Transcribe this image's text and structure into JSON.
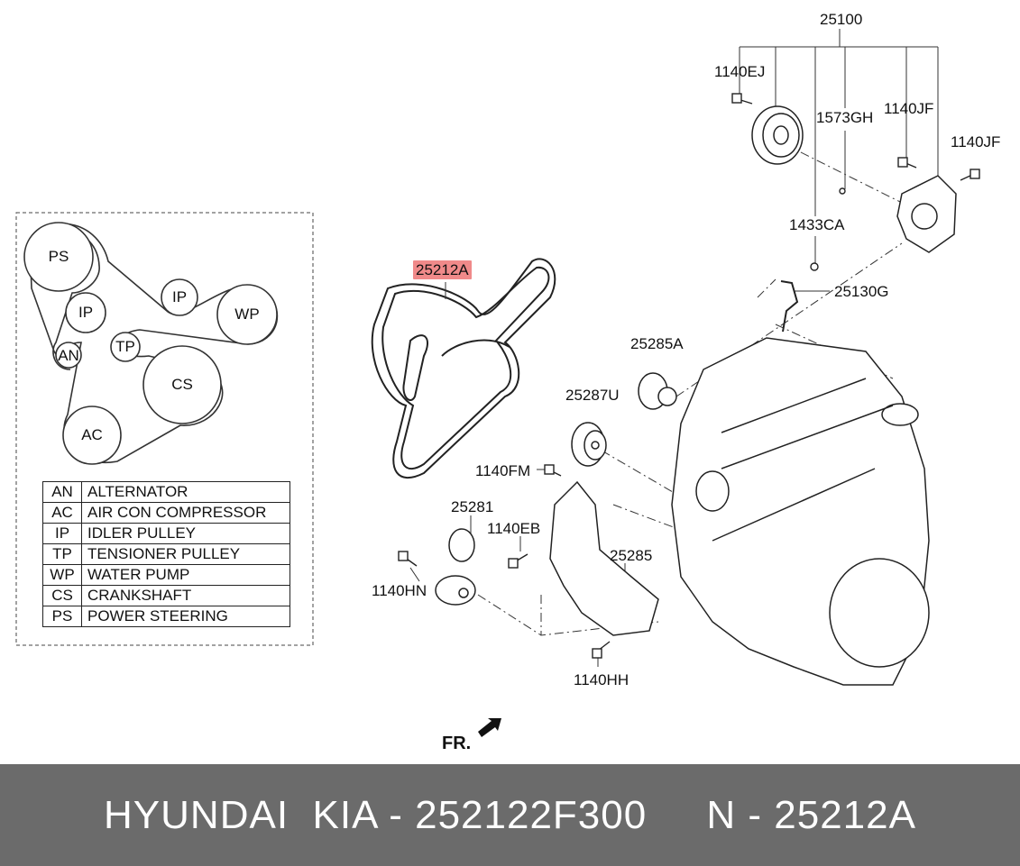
{
  "belt_routing": {
    "pulleys": [
      {
        "code": "PS"
      },
      {
        "code": "IP"
      },
      {
        "code": "IP"
      },
      {
        "code": "WP"
      },
      {
        "code": "AN"
      },
      {
        "code": "TP"
      },
      {
        "code": "CS"
      },
      {
        "code": "AC"
      }
    ],
    "legend": [
      {
        "code": "AN",
        "desc": "ALTERNATOR"
      },
      {
        "code": "AC",
        "desc": "AIR CON COMPRESSOR"
      },
      {
        "code": "IP",
        "desc": "IDLER PULLEY"
      },
      {
        "code": "TP",
        "desc": " TENSIONER PULLEY"
      },
      {
        "code": "WP",
        "desc": " WATER PUMP"
      },
      {
        "code": "CS",
        "desc": "CRANKSHAFT"
      },
      {
        "code": "PS",
        "desc": "POWER STEERING"
      }
    ]
  },
  "parts": {
    "p25100": "25100",
    "p1140EJ": "1140EJ",
    "p1573GH": "1573GH",
    "p1140JF_a": "1140JF",
    "p1140JF_b": "1140JF",
    "p1433CA": "1433CA",
    "p25130G": "25130G",
    "p25212A": "25212A",
    "p25285A": "25285A",
    "p25287U": "25287U",
    "p1140FM": "1140FM",
    "p25281": "25281",
    "p1140EB": "1140EB",
    "p25285": "25285",
    "p1140HN": "1140HN",
    "p1140HH": "1140HH"
  },
  "direction_label": "FR.",
  "colors": {
    "highlight": "#f08a8a",
    "footer_bg": "#6b6b6b"
  },
  "footer": {
    "brand": "HYUNDAI  KIA",
    "oem": "252122F300",
    "sep": " - ",
    "n_label": "N",
    "n_value": "25212A"
  }
}
